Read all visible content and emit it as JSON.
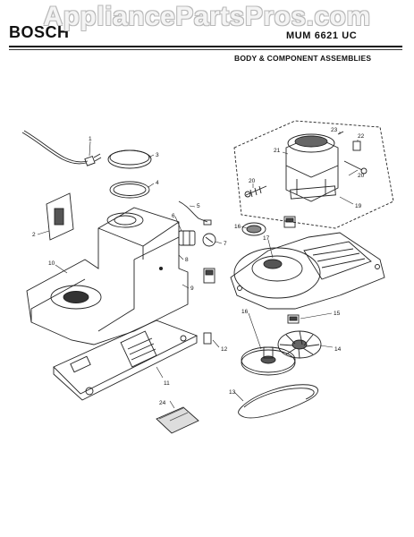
{
  "header": {
    "watermark": "AppliancePartsPros.com",
    "brand": "BOSCH",
    "model": "MUM 6621 UC",
    "section": "BODY & COMPONENT ASSEMBLIES"
  },
  "callouts": {
    "c1": "1",
    "c2": "2",
    "c3": "3",
    "c4": "4",
    "c5": "5",
    "c6": "6",
    "c7": "7",
    "c8": "8",
    "c9": "9",
    "c10": "10",
    "c11": "11",
    "c12": "12",
    "c13": "13",
    "c14": "14",
    "c15": "15",
    "c16a": "16",
    "c16b": "16",
    "c17": "17",
    "c19": "19",
    "c20a": "20",
    "c20b": "20",
    "c21": "21",
    "c22": "22",
    "c23": "23",
    "c24": "24"
  }
}
